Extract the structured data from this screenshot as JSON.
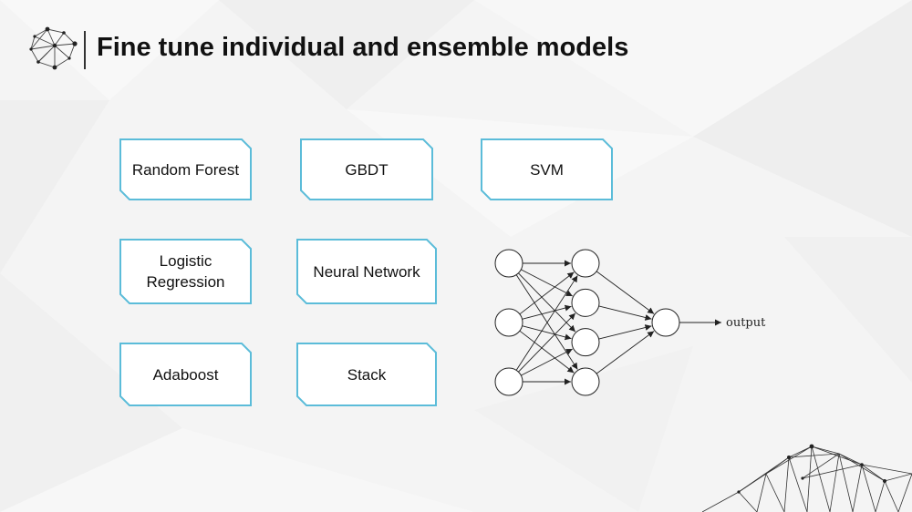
{
  "slide": {
    "title": "Fine tune individual and ensemble models",
    "accent_color": "#5bbcd9",
    "logo_icon": "polygon-network-logo-icon"
  },
  "models": [
    {
      "id": "random-forest",
      "label": "Random Forest"
    },
    {
      "id": "gbdt",
      "label": "GBDT"
    },
    {
      "id": "svm",
      "label": "SVM"
    },
    {
      "id": "logistic-regression",
      "label": "Logistic\nRegression"
    },
    {
      "id": "neural-network",
      "label": "Neural Network"
    },
    {
      "id": "adaboost",
      "label": "Adaboost"
    },
    {
      "id": "stack",
      "label": "Stack"
    }
  ],
  "network_diagram": {
    "layers": [
      3,
      4,
      1
    ],
    "output_label": "output"
  }
}
